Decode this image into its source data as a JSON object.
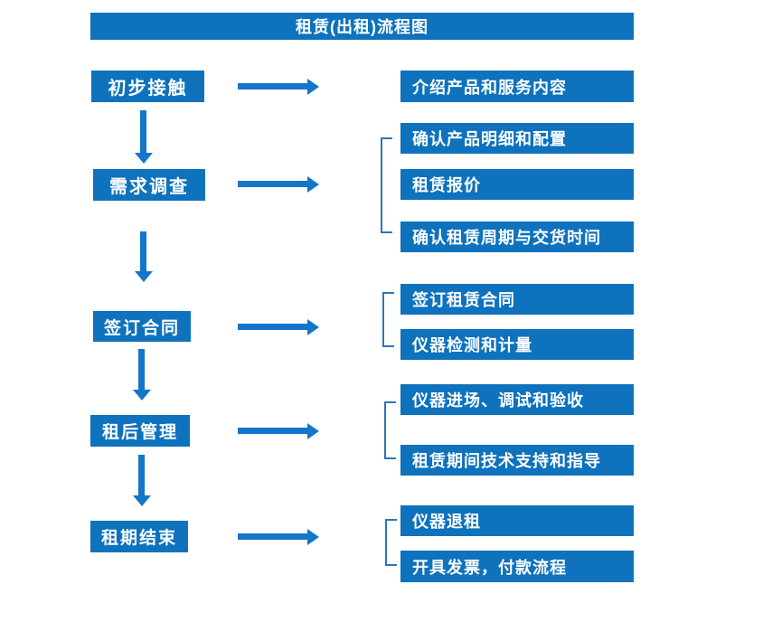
{
  "title": "租赁(出租)流程图",
  "colors": {
    "box_blue": "#0e72bd",
    "arrow_blue": "#1576c8",
    "bracket_blue": "#2e75b6",
    "text_white": "#ffffff",
    "background": "#ffffff"
  },
  "stages": [
    {
      "step": "初步接触",
      "outputs": [
        "介绍产品和服务内容"
      ]
    },
    {
      "step": "需求调查",
      "outputs": [
        "确认产品明细和配置",
        "租赁报价",
        "确认租赁周期与交货时间"
      ]
    },
    {
      "step": "签订合同",
      "outputs": [
        "签订租赁合同",
        "仪器检测和计量"
      ]
    },
    {
      "step": "租后管理",
      "outputs": [
        "仪器进场、调试和验收",
        "租赁期间技术支持和指导"
      ]
    },
    {
      "step": "租期结束",
      "outputs": [
        "仪器退租",
        "开具发票，付款流程"
      ]
    }
  ]
}
